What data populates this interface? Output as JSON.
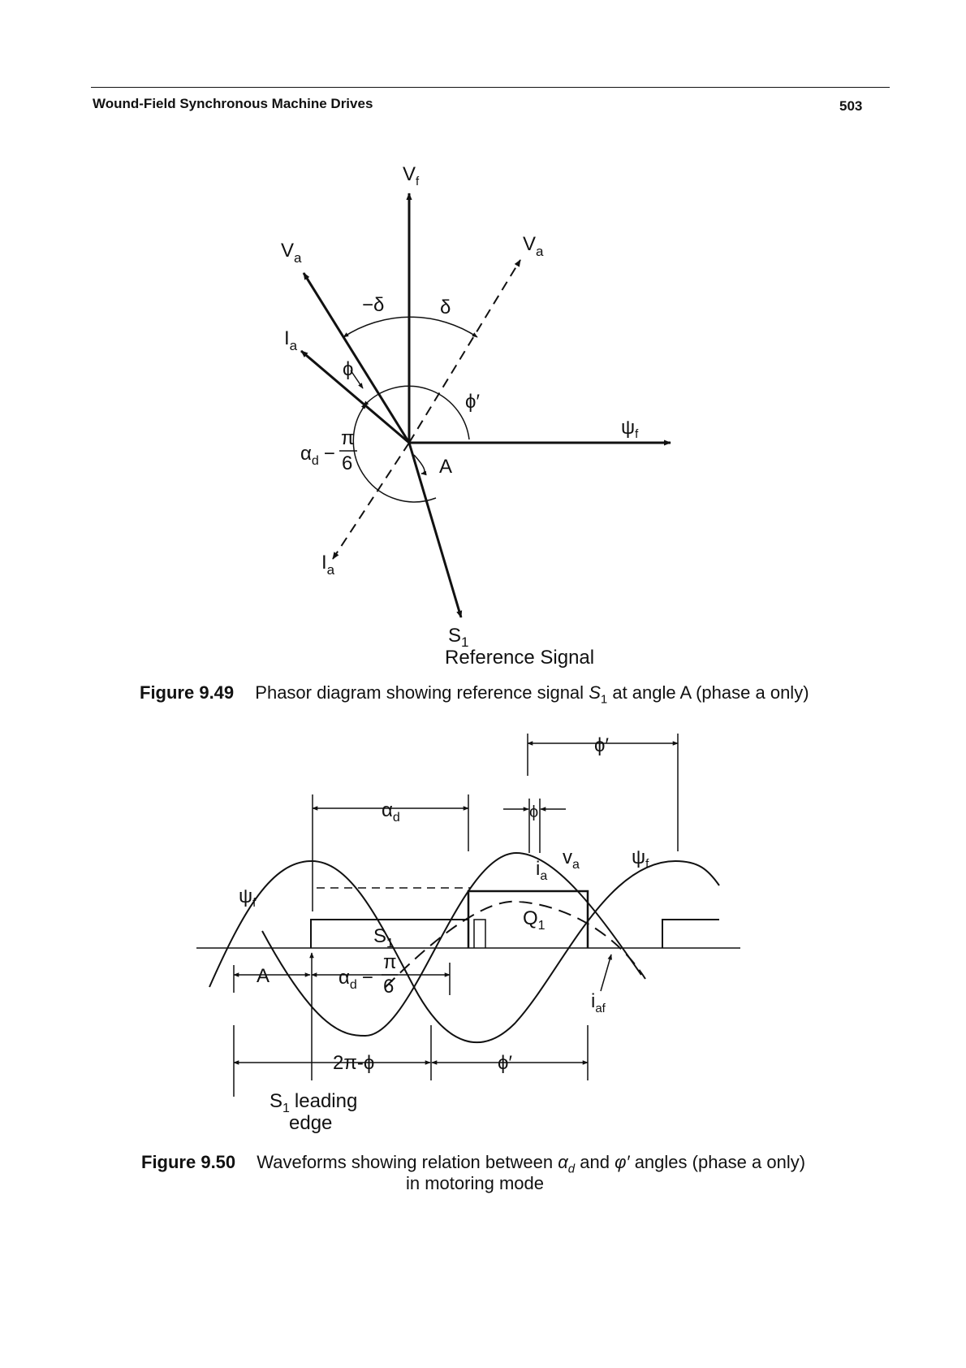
{
  "header": {
    "running_title": "Wound-Field Synchronous Machine Drives",
    "page_number": "503"
  },
  "figure_9_49": {
    "caption_label": "Figure 9.49",
    "caption_text_1": "Phasor diagram showing reference signal",
    "caption_symbol": "S",
    "caption_symbol_sub": "1",
    "caption_text_2": "at angle A (phase a only)",
    "labels": {
      "vf": "V",
      "vf_sub": "f",
      "va_left": "V",
      "va_left_sub": "a",
      "va_right": "V",
      "va_right_sub": "a",
      "ia_upper": "I",
      "ia_upper_sub": "a",
      "ia_lower": "I",
      "ia_lower_sub": "a",
      "minus_delta": "−δ",
      "delta": "δ",
      "phi": "ϕ",
      "phi_prime": "ϕ′",
      "psi_f": "ψ",
      "psi_f_sub": "f",
      "alpha": "α",
      "alpha_sub": "d",
      "minus": "−",
      "pi": "π",
      "six": "6",
      "angle_a": "A",
      "s1": "S",
      "s1_sub": "1",
      "reference_signal": "Reference Signal"
    }
  },
  "figure_9_50": {
    "caption_label": "Figure 9.50",
    "caption_text_1": "Waveforms showing relation between",
    "caption_alpha": "α",
    "caption_alpha_sub": "d",
    "caption_and": "and",
    "caption_phi": "φ′",
    "caption_text_2": "angles (phase a only)",
    "caption_line_2": "in motoring mode",
    "labels": {
      "phi_prime_top": "ϕ′",
      "alpha": "α",
      "alpha_sub": "d",
      "phi": "ϕ",
      "va": "v",
      "va_sub": "a",
      "psi": "ψ",
      "psi_sub": "f",
      "ia": "i",
      "ia_sub": "a",
      "q1": "Q",
      "q1_sub": "1",
      "s1": "S",
      "s1_sub": "1",
      "angle_a": "A",
      "minus": "−",
      "pi": "π",
      "six": "6",
      "iaf": "i",
      "iaf_sub": "af",
      "two_pi_minus_phi": "2π-ϕ",
      "phi_prime_bottom": "ϕ′",
      "s1_leading": "S",
      "s1_leading_sub": "1",
      "leading_word": "leading",
      "edge_word": "edge"
    }
  }
}
